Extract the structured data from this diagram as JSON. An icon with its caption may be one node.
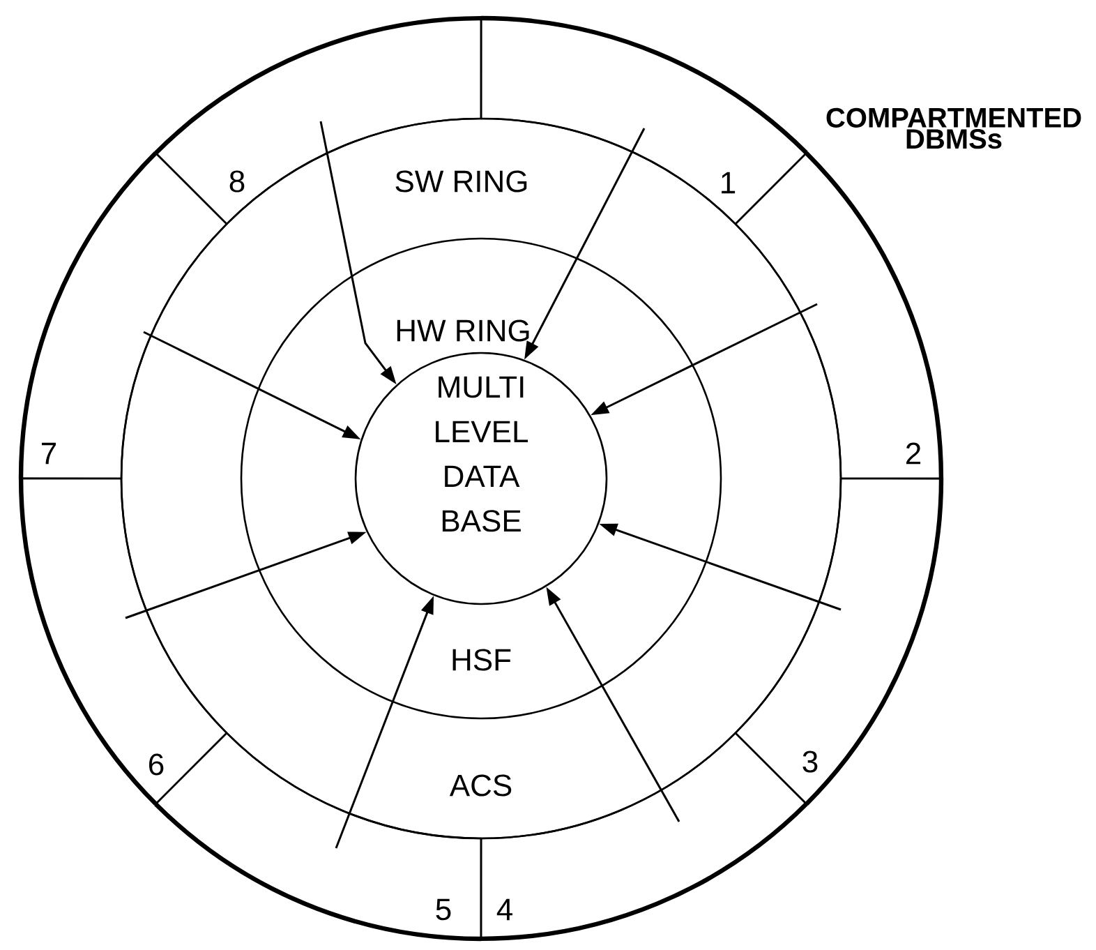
{
  "diagram": {
    "nodes": [
      {
        "text": [
          "1"
        ]
      },
      {
        "text": [
          "2"
        ]
      },
      {
        "text": [
          "3"
        ]
      },
      {
        "text": [
          "4"
        ]
      },
      {
        "text": [
          "5"
        ]
      },
      {
        "text": [
          "6"
        ]
      },
      {
        "text": [
          "7"
        ]
      },
      {
        "text": [
          "8"
        ]
      },
      {
        "text": [
          "SW RING",
          "ACS"
        ]
      },
      {
        "text": [
          "HW RING",
          "HSF"
        ],
        "in": 8
      },
      {
        "text": [
          "MULTI LEVEL DATA BASE"
        ],
        "in": 9
      }
    ],
    "edges": [
      {
        "from": 0,
        "to": 10,
        "arrow": "to"
      },
      {
        "from": 1,
        "to": 10,
        "arrow": "to"
      },
      {
        "from": 2,
        "to": 10,
        "arrow": "to"
      },
      {
        "from": 3,
        "to": 10,
        "arrow": "to"
      },
      {
        "from": 4,
        "to": 10,
        "arrow": "to"
      },
      {
        "from": 5,
        "to": 10,
        "arrow": "to"
      },
      {
        "from": 6,
        "to": 10,
        "arrow": "to"
      },
      {
        "from": 7,
        "to": 10,
        "arrow": "to"
      }
    ],
    "labels": [
      "COMPARTMENTED DBMSs"
    ]
  }
}
